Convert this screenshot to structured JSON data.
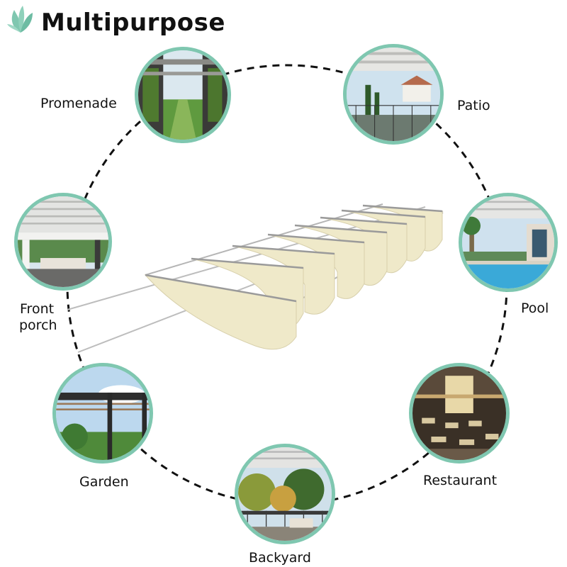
{
  "title": "Multipurpose",
  "icons": {
    "logo": "leaf-icon"
  },
  "colors": {
    "ring": "#7fc7b0",
    "logo": "#7fc7b0",
    "fabric": "#efe9c9"
  },
  "labels": {
    "promenade": "Promenade",
    "patio": "Patio",
    "front_porch_1": "Front",
    "front_porch_2": "porch",
    "pool": "Pool",
    "garden": "Garden",
    "restaurant": "Restaurant",
    "backyard": "Backyard"
  }
}
